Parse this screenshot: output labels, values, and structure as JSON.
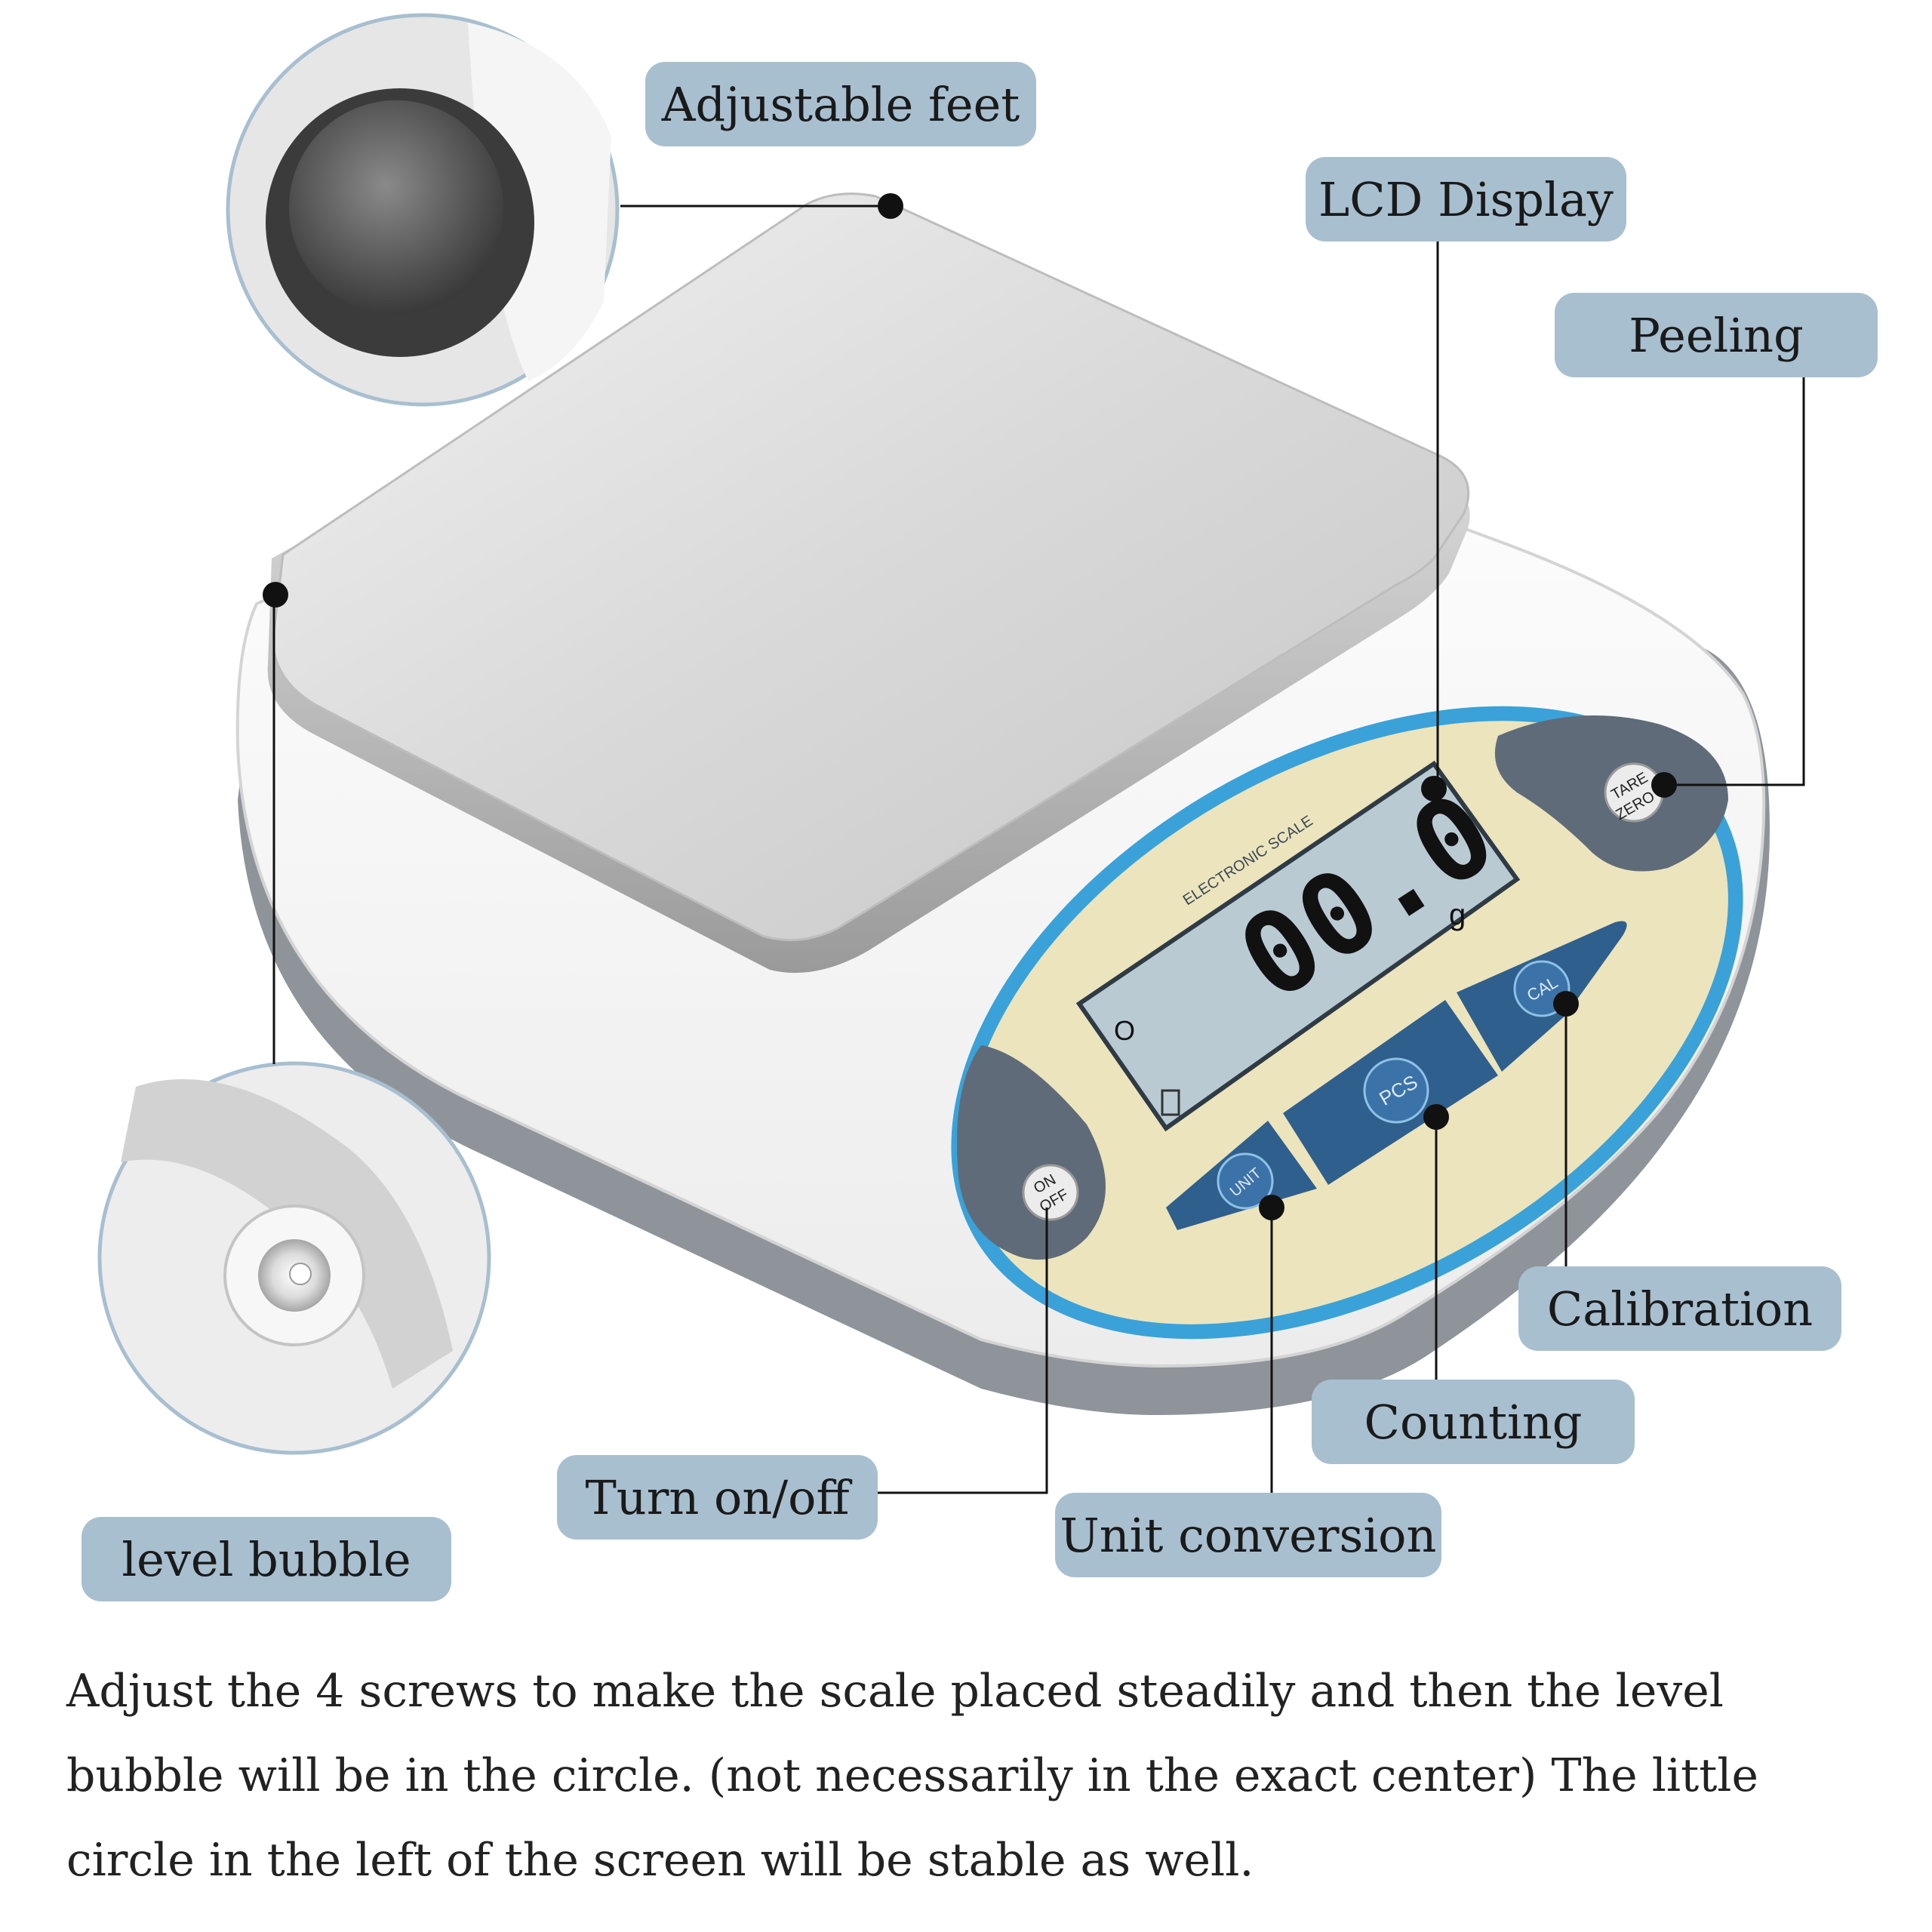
{
  "labels": {
    "adjustable_feet": "Adjustable feet",
    "lcd_display": "LCD Display",
    "peeling": "Peeling",
    "calibration": "Calibration",
    "counting": "Counting",
    "unit_conversion": "Unit conversion",
    "turn_on_off": "Turn on/off",
    "level_bubble": "level bubble"
  },
  "scale": {
    "panel_title": "ELECTRONIC SCALE",
    "reading": "00.0",
    "unit": "g",
    "stable_indicator": "O",
    "buttons": {
      "tare": "TARE",
      "zero": "ZERO",
      "cal": "CAL",
      "pcs": "PCS",
      "unit": "UNIT",
      "on": "ON",
      "off": "OFF"
    }
  },
  "caption": "Adjust the 4 screws to make the scale placed steadily and then the level bubble will be in the circle. (not necessarily in the exact center) The little circle in the left of the screen will be stable as well.",
  "colors": {
    "label_bg": "#a8bfd0",
    "panel_yellow": "#ece4bd",
    "panel_blue_rim": "#3aa2d8",
    "button_blue": "#2f5f8c",
    "lcd": "#b9cad3"
  }
}
